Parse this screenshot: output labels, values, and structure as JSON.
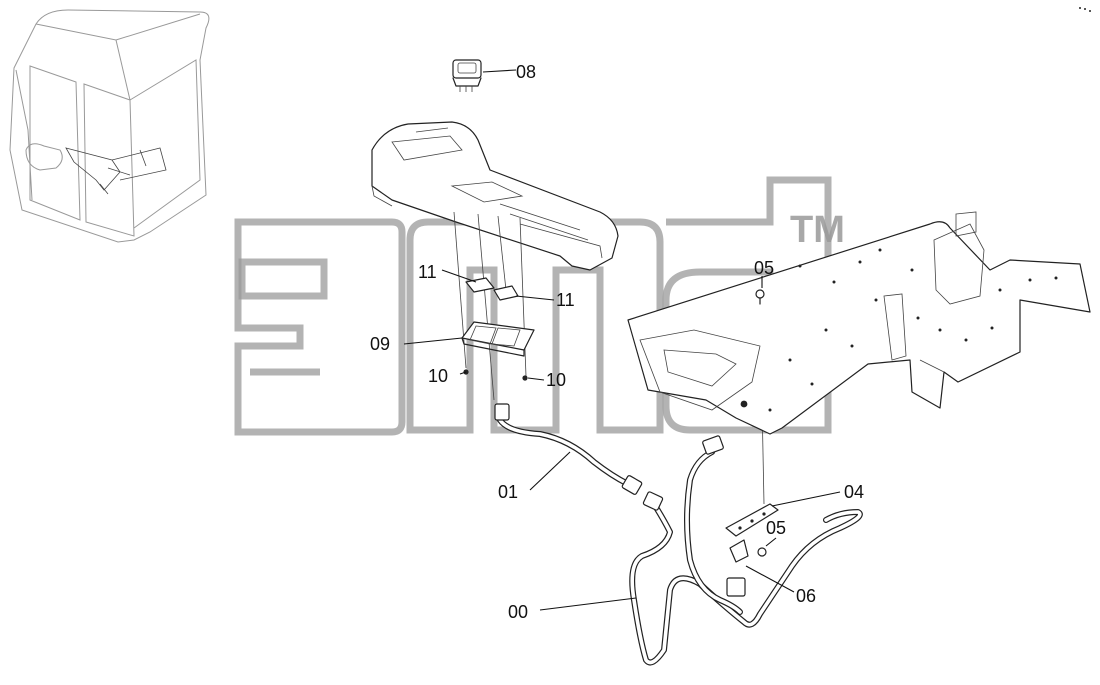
{
  "watermark": {
    "text": "3md",
    "trademark": "TM"
  },
  "callouts": {
    "c08": "08",
    "c11a": "11",
    "c11b": "11",
    "c09": "09",
    "c10a": "10",
    "c10b": "10",
    "c05a": "05",
    "c05b": "05",
    "c01": "01",
    "c04": "04",
    "c06": "06",
    "c00": "00"
  }
}
